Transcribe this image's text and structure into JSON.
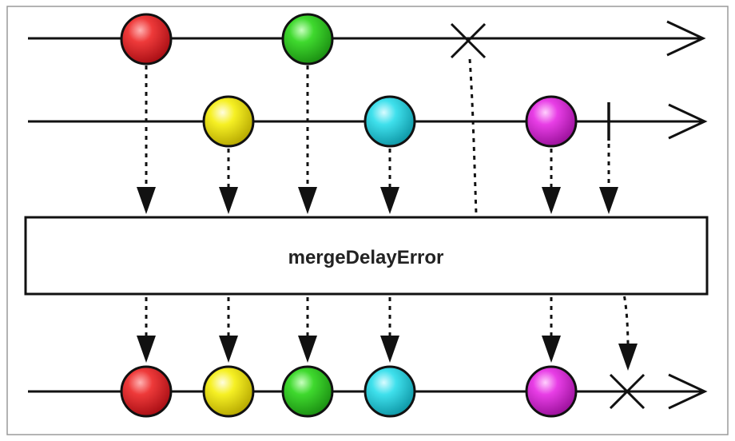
{
  "diagram": {
    "title": "mergeDelayError",
    "operator_label": "mergeDelayError",
    "colors": {
      "line": "#111111",
      "frame": "#9a9a9a",
      "red": "#e8262b",
      "green": "#35d02a",
      "yellow": "#f4ee1a",
      "cyan": "#34d8e4",
      "magenta": "#e233e0"
    },
    "source_one": {
      "name": "source-observable-1",
      "items": [
        "red",
        "green"
      ],
      "terminal": "error"
    },
    "source_two": {
      "name": "source-observable-2",
      "items": [
        "yellow",
        "cyan",
        "magenta"
      ],
      "terminal": "completed"
    },
    "output": {
      "name": "output-observable",
      "items": [
        "red",
        "yellow",
        "green",
        "cyan",
        "magenta"
      ],
      "terminal": "error"
    }
  }
}
